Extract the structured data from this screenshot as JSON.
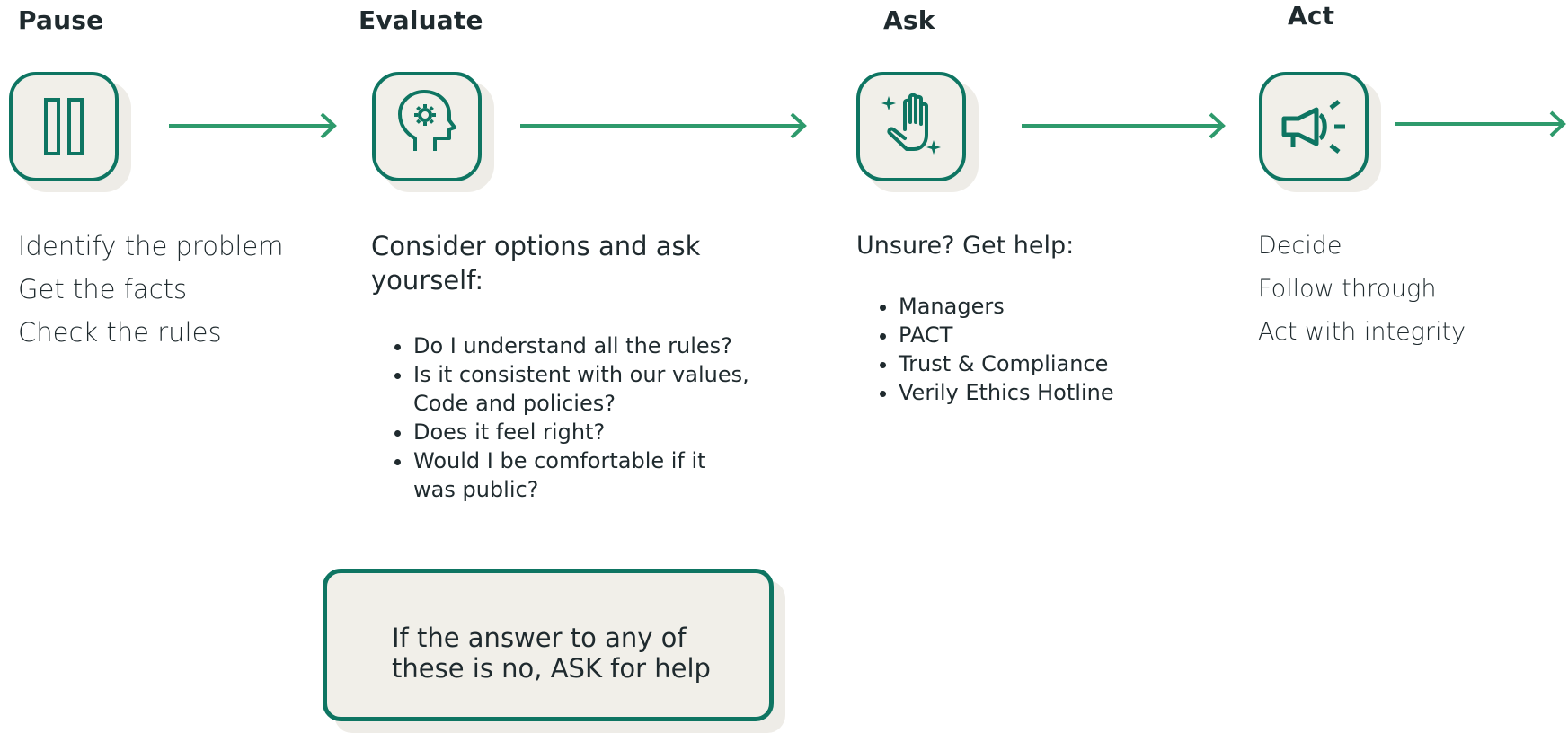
{
  "steps": [
    {
      "title": "Pause",
      "icon": "pause-icon",
      "lines": [
        "Identify the problem",
        "Get the facts",
        "Check the rules"
      ]
    },
    {
      "title": "Evaluate",
      "icon": "head-gear-icon",
      "lead": "Consider options and ask yourself:",
      "bullets": [
        "Do I understand all the rules?",
        "Is it consistent with our values, Code and policies?",
        "Does it feel right?",
        "Would I be comfortable if it was public?"
      ]
    },
    {
      "title": "Ask",
      "icon": "raised-hand-icon",
      "lead": "Unsure? Get help:",
      "bullets": [
        "Managers",
        "PACT",
        "Trust & Compliance",
        "Verily Ethics Hotline"
      ]
    },
    {
      "title": "Act",
      "icon": "megaphone-icon",
      "lines": [
        "Decide",
        "Follow through",
        "Act with integrity"
      ]
    }
  ],
  "note": "If the answer to any of these is no, ASK for help",
  "colors": {
    "accent": "#0e7562",
    "arrow": "#2e9a6c",
    "tile": "#f1efe9",
    "text": "#1f2a2e"
  }
}
